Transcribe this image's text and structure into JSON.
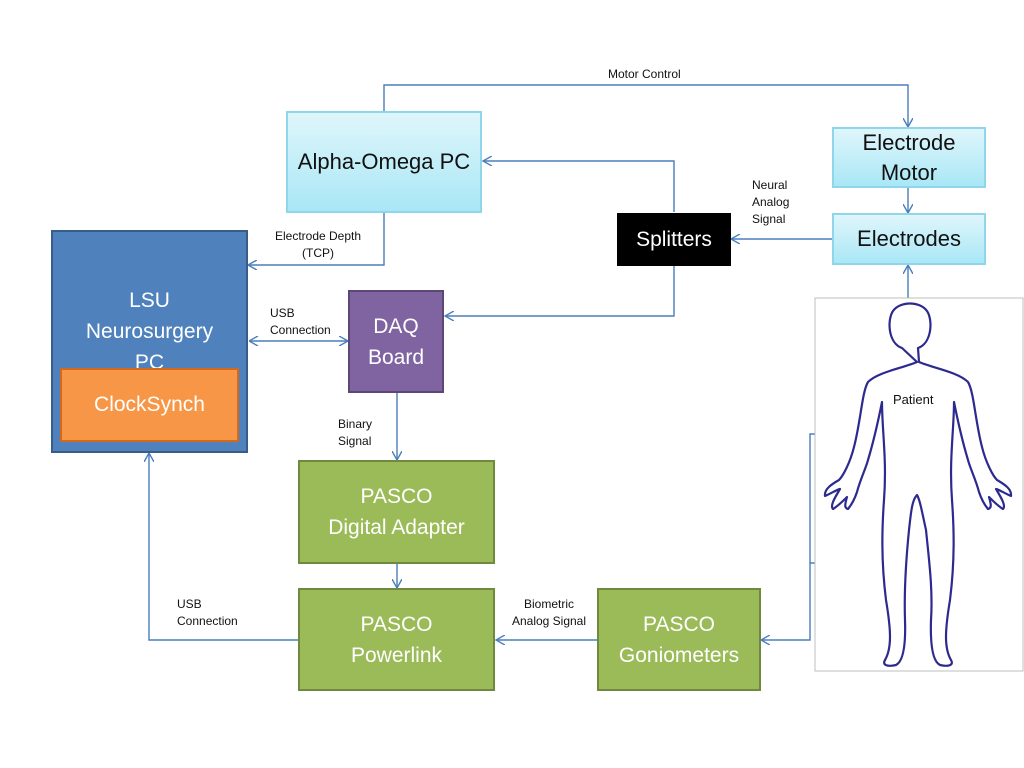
{
  "nodes": {
    "alpha_omega_pc": "Alpha-Omega PC",
    "electrode_motor": "Electrode\nMotor",
    "electrodes": "Electrodes",
    "splitters": "Splitters",
    "lsu_pc": "LSU\nNeurosurgery\nPC",
    "clocksynch": "ClockSynch",
    "daq_board": "DAQ\nBoard",
    "pasco_digital_adapter": "PASCO\nDigital Adapter",
    "pasco_powerlink": "PASCO\nPowerlink",
    "pasco_goniometers": "PASCO\nGoniometers",
    "patient": "Patient"
  },
  "edge_labels": {
    "motor_control": "Motor Control",
    "neural_analog_signal": "Neural\nAnalog\nSignal",
    "electrode_depth": "Electrode Depth\n(TCP)",
    "usb_connection_daq": "USB\nConnection",
    "binary_signal": "Binary\nSignal",
    "usb_connection_powerlink": "USB\nConnection",
    "biometric_analog_signal": "Biometric\nAnalog Signal"
  },
  "colors": {
    "lsu_pc": "#4f81bd",
    "clocksynch": "#f79646",
    "daq_board": "#8064a2",
    "splitters": "#000000",
    "pasco": "#9bbb59",
    "light_blue": "#b7ecf8",
    "wire": "#4a7ebb"
  }
}
